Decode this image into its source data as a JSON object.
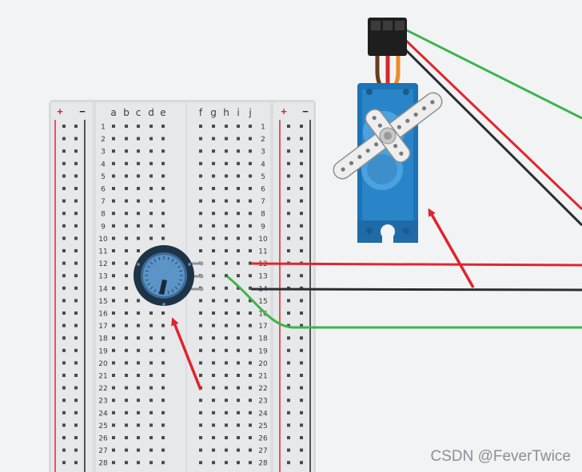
{
  "breadboard": {
    "column_labels_left": [
      "a",
      "b",
      "c",
      "d",
      "e"
    ],
    "column_labels_right": [
      "f",
      "g",
      "h",
      "i",
      "j"
    ],
    "row_numbers": [
      "1",
      "2",
      "3",
      "4",
      "5",
      "6",
      "7",
      "8",
      "9",
      "10",
      "11",
      "12",
      "13",
      "14",
      "15",
      "16",
      "17",
      "18",
      "19",
      "20",
      "21",
      "22",
      "23",
      "24",
      "25",
      "26",
      "27",
      "28"
    ],
    "rail_plus": "+",
    "rail_minus": "−",
    "rail_plus_color": "#e0262b",
    "rail_minus_color": "#222222"
  },
  "components": {
    "potentiometer": "potentiometer-icon",
    "servo": "servo-motor-icon"
  },
  "wires": {
    "signal_color": "#3bb54a",
    "power_color": "#e1262d",
    "ground_color": "#2b2d31"
  },
  "annotation_color": "#e0232c",
  "watermark": "CSDN @FeverTwice"
}
